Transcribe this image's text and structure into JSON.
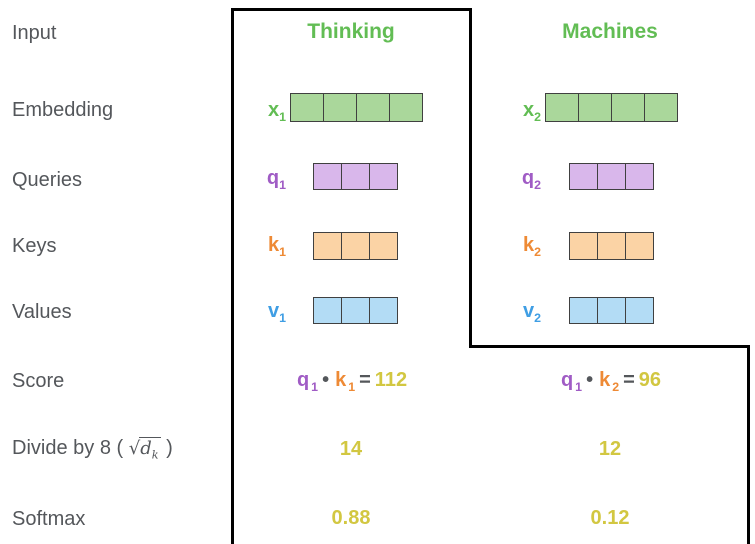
{
  "palette": {
    "text": "#54575b",
    "green": "#62bd54",
    "green-fill": "#aad79b",
    "purple": "#a05cc5",
    "purple-fill": "#d9b7eb",
    "orange": "#ee8a35",
    "orange-fill": "#fbd3a5",
    "blue": "#3f9ee4",
    "blue-fill": "#b3dcf5",
    "yellow": "#d2c741",
    "outline": "#000000",
    "cell-border": "#404040"
  },
  "rows": {
    "input": "Input",
    "embedding": "Embedding",
    "queries": "Queries",
    "keys": "Keys",
    "values": "Values",
    "score": "Score",
    "divide": {
      "prefix": "Divide by 8 (",
      "sqrt": "√",
      "var": "d",
      "sub": "k",
      "suffix": ")"
    },
    "softmax": "Softmax"
  },
  "columns": [
    {
      "word": "Thinking",
      "embedding": {
        "base": "x",
        "sub": "1",
        "cells": 4
      },
      "query": {
        "base": "q",
        "sub": "1",
        "cells": 3
      },
      "key": {
        "base": "k",
        "sub": "1",
        "cells": 3
      },
      "value": {
        "base": "v",
        "sub": "1",
        "cells": 3
      },
      "score": {
        "q_base": "q",
        "q_sub": "1",
        "dot": "•",
        "k_base": "k",
        "k_sub": "1",
        "equals": "=",
        "value": "112"
      },
      "divide_value": "14",
      "softmax_value": "0.88"
    },
    {
      "word": "Machines",
      "embedding": {
        "base": "x",
        "sub": "2",
        "cells": 4
      },
      "query": {
        "base": "q",
        "sub": "2",
        "cells": 3
      },
      "key": {
        "base": "k",
        "sub": "2",
        "cells": 3
      },
      "value": {
        "base": "v",
        "sub": "2",
        "cells": 3
      },
      "score": {
        "q_base": "q",
        "q_sub": "1",
        "dot": "•",
        "k_base": "k",
        "k_sub": "2",
        "equals": "=",
        "value": "96"
      },
      "divide_value": "12",
      "softmax_value": "0.12"
    }
  ]
}
